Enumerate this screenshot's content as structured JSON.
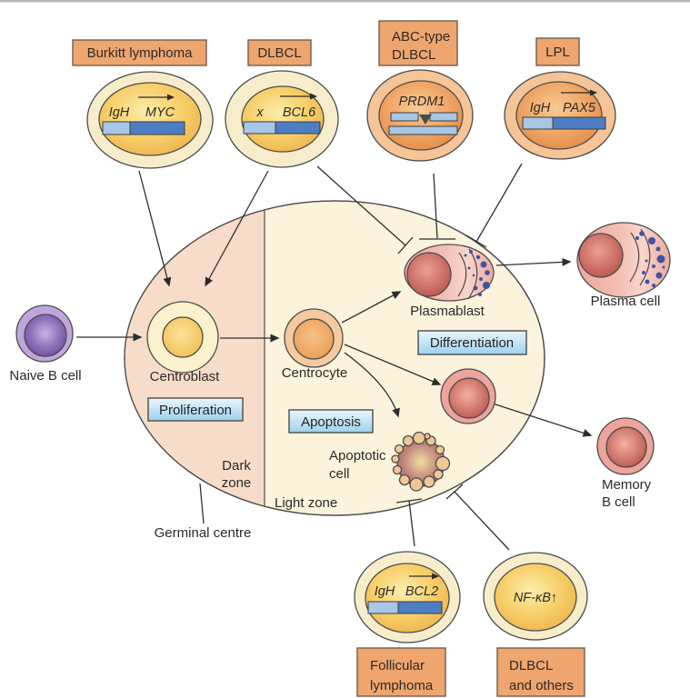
{
  "figure": {
    "boxes": {
      "burkitt": "Burkitt lymphoma",
      "dlbcl": "DLBCL",
      "abc_dlbcl": {
        "line1": "ABC-type",
        "line2": "DLBCL"
      },
      "lpl": "LPL",
      "follicular": {
        "line1": "Follicular",
        "line2": "lymphoma"
      },
      "dlbcl_others": {
        "line1": "DLBCL",
        "line2": "and others"
      }
    },
    "genes": {
      "myc": {
        "left": "IgH",
        "right": "MYC"
      },
      "bcl6": {
        "left": "x",
        "right": "BCL6"
      },
      "prdm1": {
        "label": "PRDM1"
      },
      "pax5": {
        "left": "IgH",
        "right": "PAX5"
      },
      "bcl2": {
        "left": "IgH",
        "right": "BCL2"
      },
      "nfkb": {
        "label": "NF-κB↑"
      }
    },
    "cells": {
      "naive_b": "Naive B cell",
      "centroblast": "Centroblast",
      "centrocyte": "Centrocyte",
      "plasmablast": "Plasmablast",
      "plasma": "Plasma cell",
      "memory": {
        "line1": "Memory",
        "line2": "B cell"
      },
      "apoptotic": {
        "line1": "Apoptotic",
        "line2": "cell"
      }
    },
    "zones": {
      "dark": {
        "line1": "Dark",
        "line2": "zone"
      },
      "light": "Light zone",
      "germinal_centre": "Germinal centre"
    },
    "processes": {
      "proliferation": "Proliferation",
      "apoptosis": "Apoptosis",
      "differentiation": "Differentiation"
    },
    "colors": {
      "lymphoma_box": "#efa56e",
      "process_box": "#a5d3ee",
      "translocation_light": "#a8c6e5",
      "translocation_dark": "#4d7ec3",
      "dark_zone": "#f7dcc9",
      "light_zone": "#fbf3dc",
      "naive_cell_purple": "#6c4c9f",
      "yellow_cell": "#f2c45a",
      "orange_cell": "#ec9e57",
      "plasma_red": "#c05b54",
      "secretory_dots_blue": "#3c55a4"
    }
  }
}
